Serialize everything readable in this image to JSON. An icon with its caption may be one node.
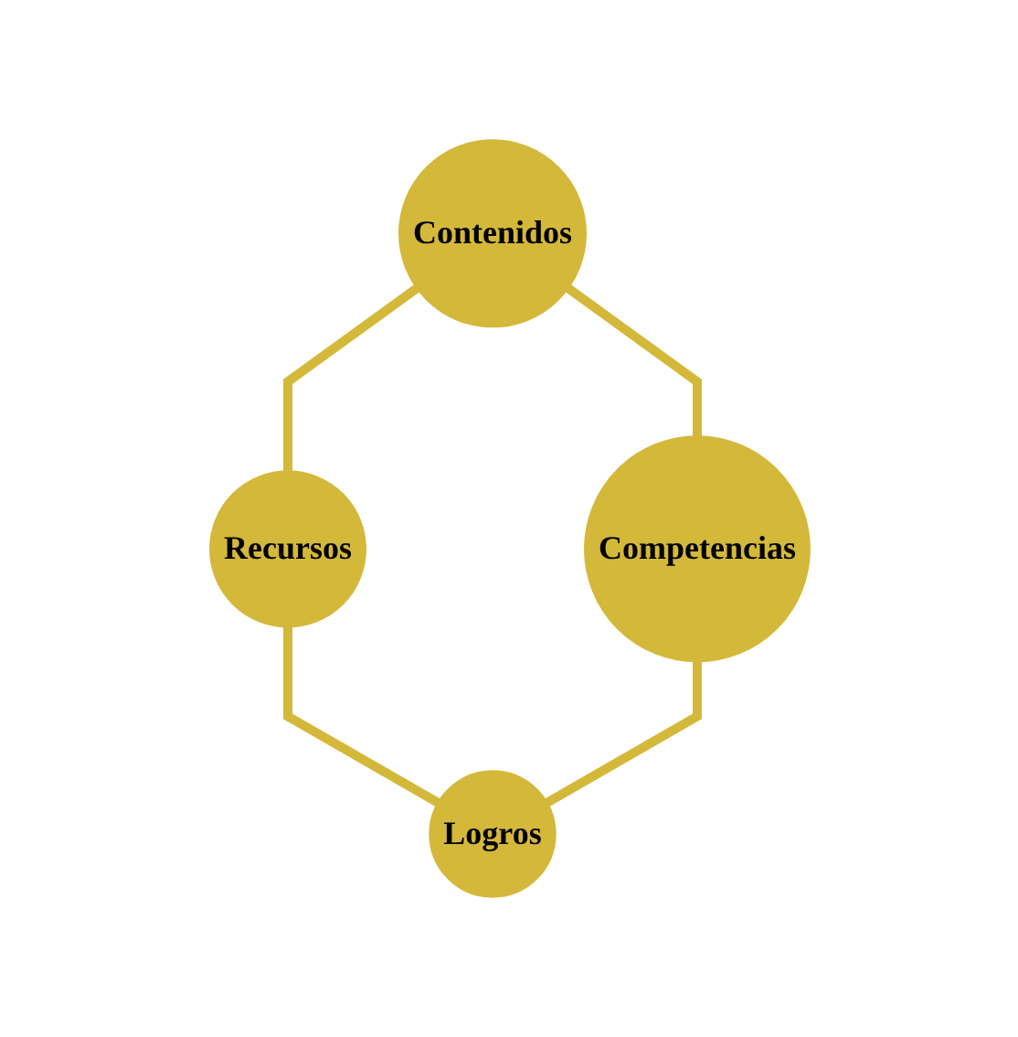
{
  "diagram": {
    "nodes": [
      {
        "text": [
          "Contenidos"
        ]
      },
      {
        "text": [
          "Recursos"
        ]
      },
      {
        "text": [
          "Competencias"
        ]
      },
      {
        "text": [
          "Logros"
        ]
      }
    ],
    "edges": [
      {
        "from": 0,
        "to": 1,
        "arrow": "none"
      },
      {
        "from": 0,
        "to": 2,
        "arrow": "none"
      },
      {
        "from": 1,
        "to": 3,
        "arrow": "none"
      },
      {
        "from": 2,
        "to": 3,
        "arrow": "none"
      }
    ]
  }
}
